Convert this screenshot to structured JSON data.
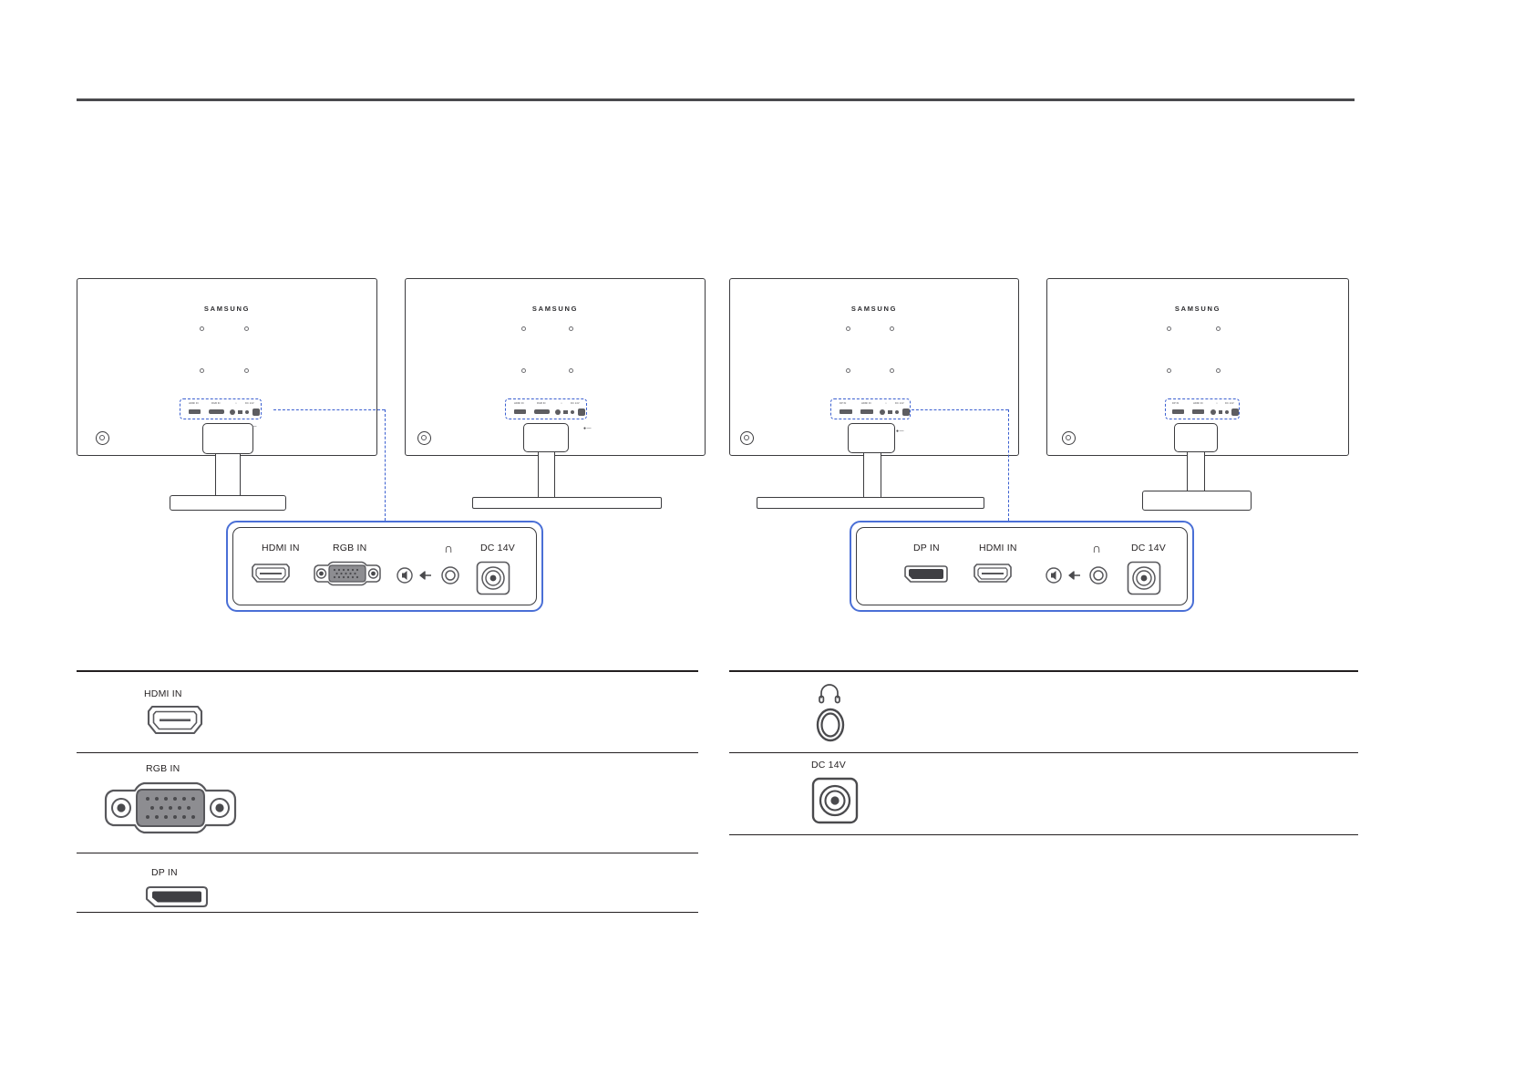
{
  "document": {
    "brand": "SAMSUNG"
  },
  "figures": {
    "monitors": [
      {
        "id": "monitor-1",
        "brand": "SAMSUNG",
        "variant": "hdmi-rgb"
      },
      {
        "id": "monitor-2",
        "brand": "SAMSUNG",
        "variant": "hdmi-rgb"
      },
      {
        "id": "monitor-3",
        "brand": "SAMSUNG",
        "variant": "dp-hdmi"
      },
      {
        "id": "monitor-4",
        "brand": "SAMSUNG",
        "variant": "dp-hdmi"
      }
    ],
    "callout_left": {
      "ports": [
        {
          "label": "HDMI IN",
          "icon": "hdmi-port-icon"
        },
        {
          "label": "RGB IN",
          "icon": "vga-dsub-port-icon"
        },
        {
          "label": "∩",
          "icon": "headphone-jack-icon"
        },
        {
          "label": "DC 14V",
          "icon": "dc-power-jack-icon"
        }
      ]
    },
    "callout_right": {
      "ports": [
        {
          "label": "DP IN",
          "icon": "displayport-port-icon"
        },
        {
          "label": "HDMI IN",
          "icon": "hdmi-port-icon"
        },
        {
          "label": "∩",
          "icon": "headphone-jack-icon"
        },
        {
          "label": "DC 14V",
          "icon": "dc-power-jack-icon"
        }
      ]
    }
  },
  "legend_left": {
    "rows": [
      {
        "label": "HDMI IN",
        "icon": "hdmi-port-icon"
      },
      {
        "label": "RGB IN",
        "icon": "vga-dsub-port-icon"
      },
      {
        "label": "DP IN",
        "icon": "displayport-port-icon"
      }
    ]
  },
  "legend_right": {
    "rows": [
      {
        "label": "",
        "icon": "headphone-jack-icon"
      },
      {
        "label": "DC 14V",
        "icon": "dc-power-jack-icon"
      }
    ]
  },
  "colors": {
    "rule": "#4a4a4d",
    "outline": "#3b3b3e",
    "callout_blue": "#3a5fd0",
    "panel_blue": "#4a6fd6",
    "connector_fill": "#8d8d91",
    "text": "#231f20"
  }
}
